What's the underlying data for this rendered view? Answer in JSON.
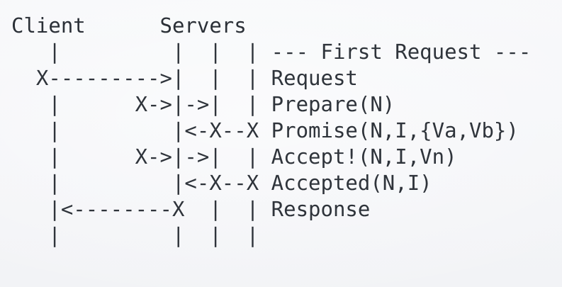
{
  "diagram": {
    "title_row": {
      "client_label": "Client",
      "servers_label": "Servers"
    },
    "section_banner": "--- First Request ---",
    "columns": {
      "client_column_char": "|",
      "server_column_char": "|",
      "node_char": "X",
      "right_arrow": "->",
      "left_arrow": "<-",
      "dash": "-"
    },
    "messages": [
      "Request",
      "Prepare(N)",
      "Promise(N,I,{Va,Vb})",
      "Accept!(N,I,Vn)",
      "Accepted(N,I)",
      "Response"
    ],
    "rows": [
      {
        "name": "header",
        "art": "Client      Servers",
        "label": ""
      },
      {
        "name": "banner-row",
        "art": "   |         |  |  | ",
        "label": "--- First Request ---"
      },
      {
        "name": "request-row",
        "art": "  X--------->|  |  | ",
        "label": "Request"
      },
      {
        "name": "prepare-row",
        "art": "   |      X->|->|  | ",
        "label": "Prepare(N)"
      },
      {
        "name": "promise-row",
        "art": "   |         |<-X--X ",
        "label": "Promise(N,I,{Va,Vb})"
      },
      {
        "name": "accept-row",
        "art": "   |      X->|->|  | ",
        "label": "Accept!(N,I,Vn)"
      },
      {
        "name": "accepted-row",
        "art": "   |         |<-X--X ",
        "label": "Accepted(N,I)"
      },
      {
        "name": "response-row",
        "art": "   |<--------X  |  | ",
        "label": "Response"
      },
      {
        "name": "footer-row",
        "art": "   |         |  |  | ",
        "label": ""
      }
    ],
    "ascii_art": "Client      Servers\n   |         |  |  |  --- First Request ---\n  X--------->|  |  |  Request\n   |      X->|->|  |  Prepare(N)\n   |         |<-X--X  Promise(N,I,{Va,Vb})\n   |      X->|->|  |  Accept!(N,I,Vn)\n   |         |<-X--X  Accepted(N,I)\n   |<--------X  |  |  Response\n   |         |  |  |",
    "colors": {
      "background": "#f6f7f9",
      "text": "#2f343b"
    }
  }
}
